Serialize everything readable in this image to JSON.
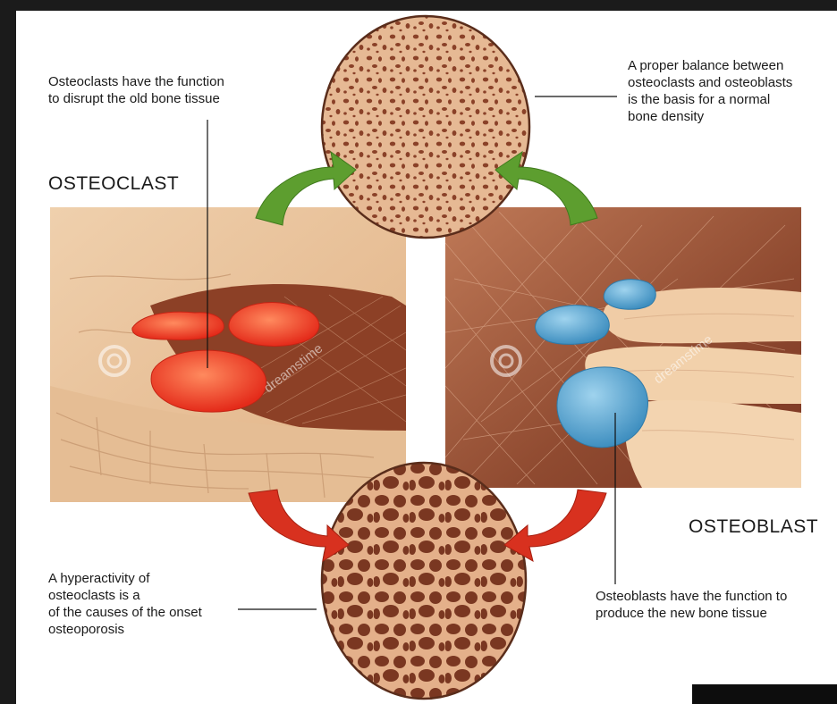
{
  "headings": {
    "osteoclast": "OSTEOCLAST",
    "osteoblast": "OSTEOBLAST"
  },
  "annotations": {
    "osteoclast_function": "Osteoclasts have the function\nto disrupt the old bone tissue",
    "balance": "A proper balance between\nosteoclasts and osteoblasts\nis the basis for a normal\nbone density",
    "hyperactivity": "A hyperactivity of\nosteoclasts is a\nof the causes of the onset\nosteoporosis",
    "osteoblast_function": "Osteoblasts have the function to\nproduce the new bone tissue"
  },
  "watermark": "dreamstime",
  "colors": {
    "bone": "#e4b791",
    "bone_pore": "#7a3b22",
    "tissue_light": "#efc9a4",
    "tissue_dark": "#8a3f29",
    "osteoclast_cell": "#ef3b24",
    "osteoblast_cell": "#4fa3cf",
    "arrow_green": "#5d9e2f",
    "arrow_red": "#d8311f"
  },
  "icons": [
    "curved-arrow-green-left",
    "curved-arrow-green-right",
    "curved-arrow-red-left",
    "curved-arrow-red-right"
  ]
}
